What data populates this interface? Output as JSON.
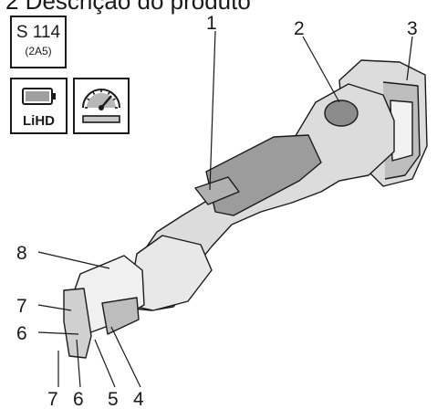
{
  "header": {
    "title": "2 Descrição do produto"
  },
  "model_box": {
    "name": "S 114",
    "code": "(2A5)"
  },
  "battery_box": {
    "label": "LiHD",
    "icon": "battery-icon"
  },
  "speed_box": {
    "icon": "speedometer-icon"
  },
  "callouts": {
    "c1": "1",
    "c2": "2",
    "c3": "3",
    "c4": "4",
    "c5": "5",
    "c6a": "6",
    "c6b": "6",
    "c7a": "7",
    "c7b": "7",
    "c8": "8"
  }
}
